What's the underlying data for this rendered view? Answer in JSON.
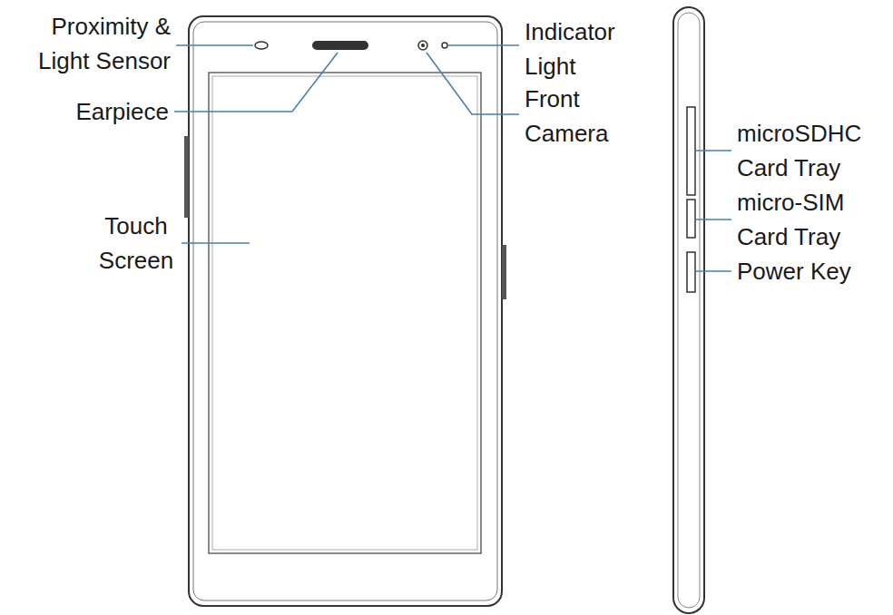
{
  "diagram": {
    "labels": [
      "Proximity & Light Sensor",
      "Earpiece",
      "Touch Screen",
      "Indicator Light",
      "Front Camera",
      "microSDHC Card Tray",
      "micro-SIM Card Tray",
      "Power Key"
    ]
  }
}
